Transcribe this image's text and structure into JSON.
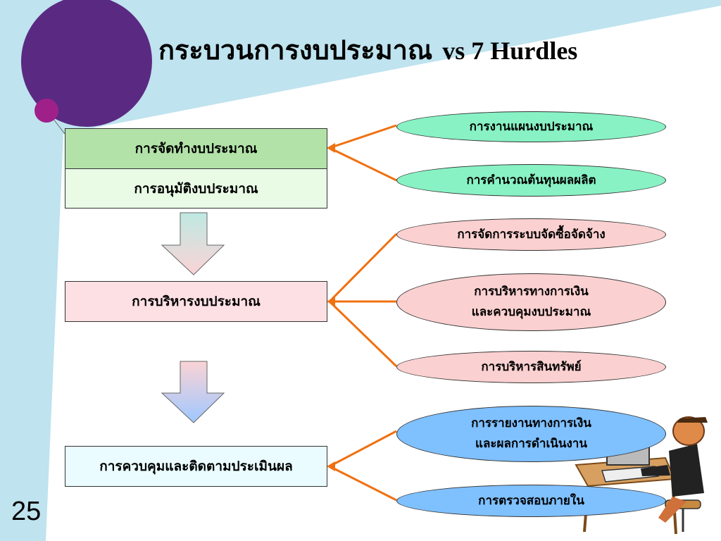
{
  "slide": {
    "title_thai": "กระบวนการงบประมาณ",
    "title_en": "vs 7 Hurdles",
    "page_number": "25"
  },
  "process_boxes": [
    {
      "label": "การจัดทำงบประมาณ"
    },
    {
      "label": "การอนุมัติงบประมาณ"
    },
    {
      "label": "การบริหารงบประมาณ"
    },
    {
      "label": "การควบคุมและติดตามประเมินผล"
    }
  ],
  "hurdles": [
    {
      "line1": "การงานแผนงบประมาณ",
      "line2": ""
    },
    {
      "line1": "การคำนวณต้นทุนผลผลิต",
      "line2": ""
    },
    {
      "line1": "การจัดการระบบจัดซื้อจัดจ้าง",
      "line2": ""
    },
    {
      "line1": "การบริหารทางการเงิน",
      "line2": "และควบคุมงบประมาณ"
    },
    {
      "line1": "การบริหารสินทรัพย์",
      "line2": ""
    },
    {
      "line1": "การรายงานทางการเงิน",
      "line2": "และผลการดำเนินงาน"
    },
    {
      "line1": "การตรวจสอบภายใน",
      "line2": ""
    }
  ],
  "colors": {
    "sky_band": "#bfe3ef",
    "purple_circle": "#5a2a82",
    "magenta_dot": "#a0208a",
    "connector": "#f07010",
    "green_oval": "#88f2c4",
    "pink_oval": "#fbd0d0",
    "blue_oval": "#7fc0ff"
  },
  "decorations": [
    "purple-circle",
    "magenta-dot",
    "down-arrow",
    "down-arrow",
    "person-at-computer-clipart"
  ]
}
